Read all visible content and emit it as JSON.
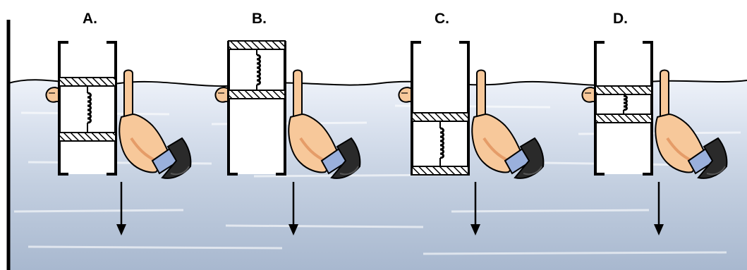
{
  "panels": [
    {
      "label": "A."
    },
    {
      "label": "B."
    },
    {
      "label": "C."
    },
    {
      "label": "D."
    }
  ],
  "colors": {
    "water_light": "#eef1f8",
    "water_mid": "#cdd7e6",
    "water_dark": "#9aa9c0",
    "skin": "#f7c89a",
    "skin_shadow": "#e59c68",
    "sleeve": "#2a2a2a",
    "cuff": "#9ab0dc",
    "outline": "#000000"
  },
  "icons": {
    "container": "open-cylinder-icon",
    "spring": "coil-spring-icon",
    "hand": "hand-icon",
    "arrow": "down-arrow-icon"
  }
}
